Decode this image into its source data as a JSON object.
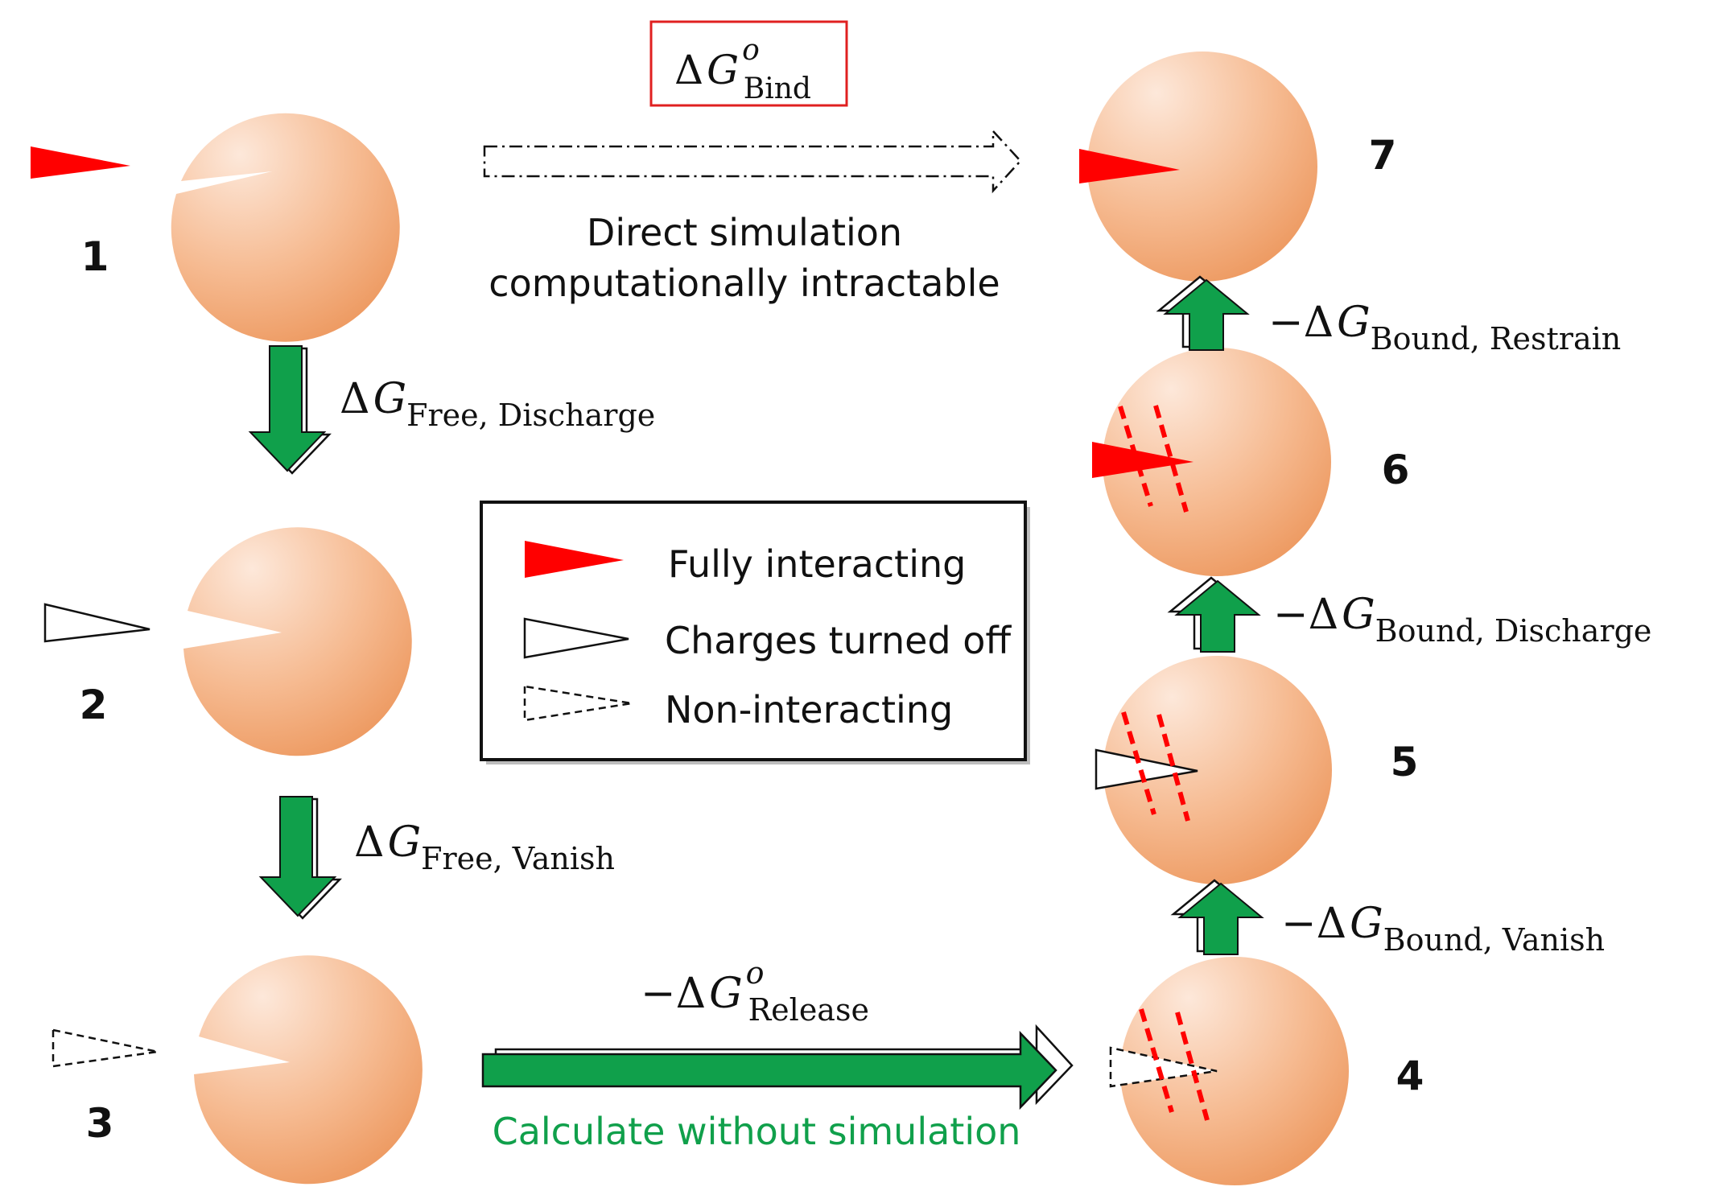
{
  "states": {
    "s1": {
      "number": "1"
    },
    "s2": {
      "number": "2"
    },
    "s3": {
      "number": "3"
    },
    "s4": {
      "number": "4"
    },
    "s5": {
      "number": "5"
    },
    "s6": {
      "number": "6"
    },
    "s7": {
      "number": "7"
    }
  },
  "top": {
    "box_prefix": "Δ",
    "box_var": "G",
    "box_sup": "o",
    "box_sub": "Bind",
    "direct_line1": "Direct simulation",
    "direct_line2": "computationally intractable"
  },
  "left_steps": {
    "discharge": {
      "prefix": "Δ",
      "var": "G",
      "sub": "Free, Discharge"
    },
    "vanish": {
      "prefix": "Δ",
      "var": "G",
      "sub": "Free, Vanish"
    }
  },
  "right_steps": {
    "vanish": {
      "prefix": "−Δ",
      "var": "G",
      "sub": "Bound, Vanish"
    },
    "discharge": {
      "prefix": "−Δ",
      "var": "G",
      "sub": "Bound, Discharge"
    },
    "restrain": {
      "prefix": "−Δ",
      "var": "G",
      "sub": "Bound, Restrain"
    }
  },
  "release": {
    "prefix": "−Δ",
    "var": "G",
    "sup": "o",
    "sub": "Release",
    "caption": "Calculate without simulation"
  },
  "legend": {
    "items": [
      {
        "label": "Fully interacting"
      },
      {
        "label": "Charges turned off"
      },
      {
        "label": "Non-interacting"
      }
    ]
  },
  "colors": {
    "sphere_light": "#fde3d2",
    "sphere_dark": "#ef9b62",
    "ligand_red": "#ff0000",
    "arrow_green": "#10a04b",
    "box_red": "#e02020",
    "caption_green": "#10a04b"
  }
}
